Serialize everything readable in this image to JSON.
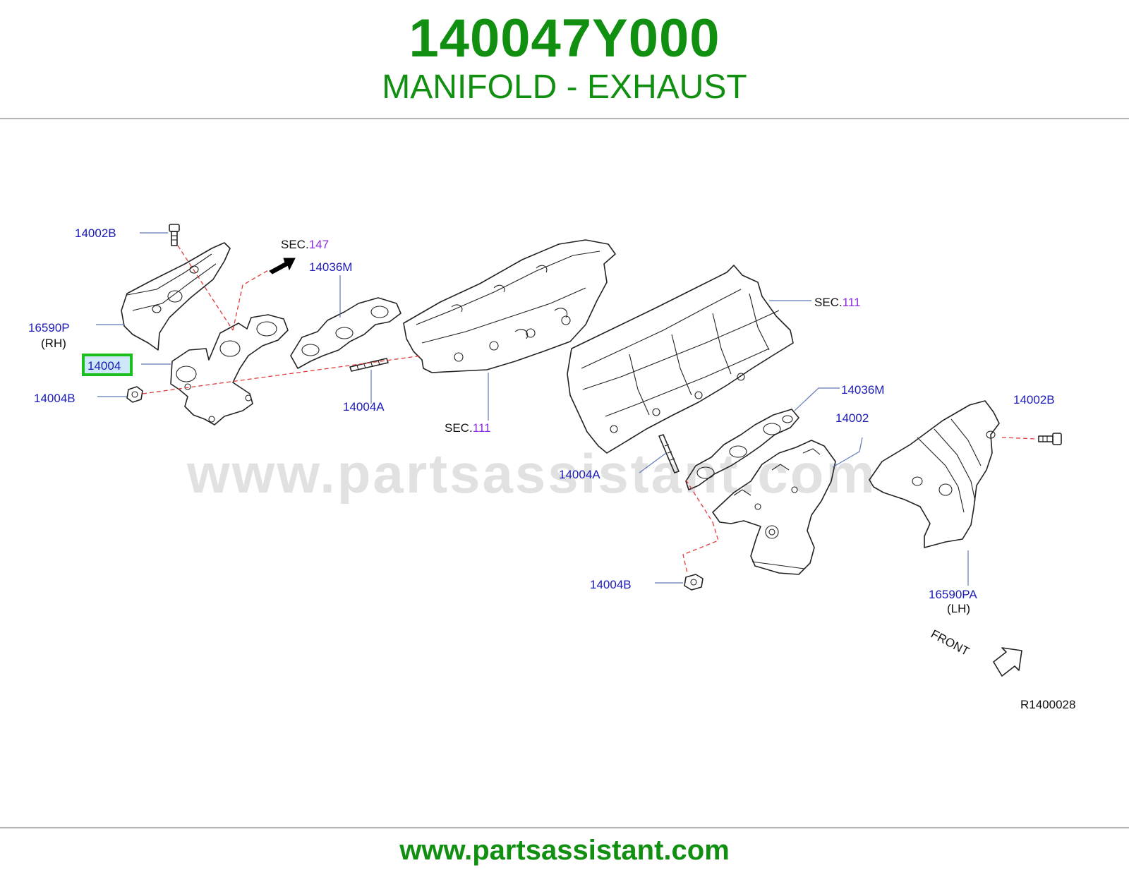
{
  "header": {
    "part_number": "140047Y000",
    "part_name": "MANIFOLD - EXHAUST"
  },
  "diagram": {
    "watermark": "www.partsassistant.com",
    "labels": {
      "l_14002b_rh": "14002B",
      "l_16590p": "16590P",
      "l_rh": "(RH)",
      "l_14004": "14004",
      "l_14004b_rh": "14004B",
      "l_14036m_rh": "14036M",
      "l_14004a_rh": "14004A",
      "l_14036m_lh": "14036M",
      "l_14002": "14002",
      "l_14002b_lh": "14002B",
      "l_14004a_lh": "14004A",
      "l_14004b_lh": "14004B",
      "l_16590pa": "16590PA",
      "l_lh": "(LH)",
      "front": "FRONT",
      "ref_code": "R1400028"
    },
    "sections": {
      "s147": {
        "prefix": "SEC.",
        "number": "147"
      },
      "s111_top": {
        "prefix": "SEC.",
        "number": "111"
      },
      "s111_bottom": {
        "prefix": "SEC.",
        "number": "111"
      }
    },
    "highlight_color": "#1bbf1b"
  },
  "footer": {
    "url": "www.partsassistant.com"
  }
}
